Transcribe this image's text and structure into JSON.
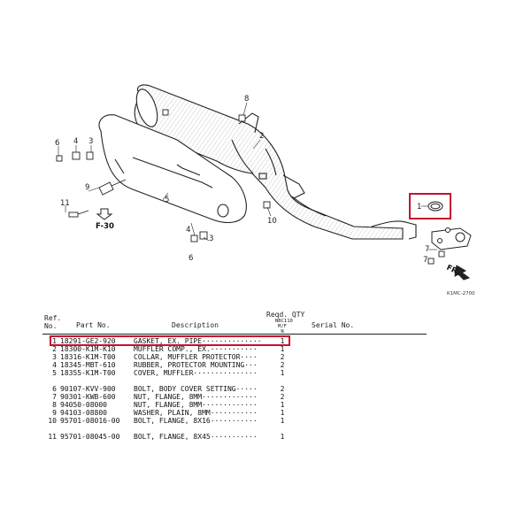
{
  "diagram": {
    "callouts": [
      "1",
      "2",
      "3",
      "4",
      "5",
      "6",
      "7",
      "8",
      "9",
      "10",
      "11"
    ],
    "ref_label_f30": "F-30",
    "ref_label_fr": "FR.",
    "figure_code": "K1MC-2700"
  },
  "table": {
    "headers": {
      "ref_no": "Ref.\nNo.",
      "part_no": "Part No.",
      "description": "Description",
      "reqd_qty": "Reqd. QTY",
      "model": "NBC110\nM/F\nN",
      "serial_no": "Serial No."
    },
    "rows": [
      {
        "ref": "1",
        "part": "18291-GE2-920",
        "desc": "GASKET, EX. PIPE··············",
        "qty": "1",
        "highlighted": true
      },
      {
        "ref": "2",
        "part": "18300-K1M-K10",
        "desc": "MUFFLER COMP., EX.···········",
        "qty": "1"
      },
      {
        "ref": "3",
        "part": "18316-K1M-T00",
        "desc": "COLLAR, MUFFLER PROTECTOR····",
        "qty": "2"
      },
      {
        "ref": "4",
        "part": "18345-MBT-610",
        "desc": "RUBBER, PROTECTOR MOUNTING···",
        "qty": "2"
      },
      {
        "ref": "5",
        "part": "18355-K1M-T00",
        "desc": "COVER, MUFFLER···············",
        "qty": "1"
      },
      {
        "ref": "6",
        "part": "90107-KVV-900",
        "desc": "BOLT, BODY COVER SETTING·····",
        "qty": "2"
      },
      {
        "ref": "7",
        "part": "90301-KWB-600",
        "desc": "NUT, FLANGE, 8MM·············",
        "qty": "2"
      },
      {
        "ref": "8",
        "part": "94050-08000",
        "desc": "NUT, FLANGE, 8MM·············",
        "qty": "1"
      },
      {
        "ref": "9",
        "part": "94103-08800",
        "desc": "WASHER, PLAIN, 8MM···········",
        "qty": "1"
      },
      {
        "ref": "10",
        "part": "95701-08016-00",
        "desc": "BOLT, FLANGE, 8X16···········",
        "qty": "1"
      },
      {
        "ref": "11",
        "part": "95701-08045-00",
        "desc": "BOLT, FLANGE, 8X45···········",
        "qty": "1"
      }
    ]
  },
  "colors": {
    "highlight": "#c8102e",
    "line": "#222222",
    "hatch": "#bbbbbb"
  }
}
